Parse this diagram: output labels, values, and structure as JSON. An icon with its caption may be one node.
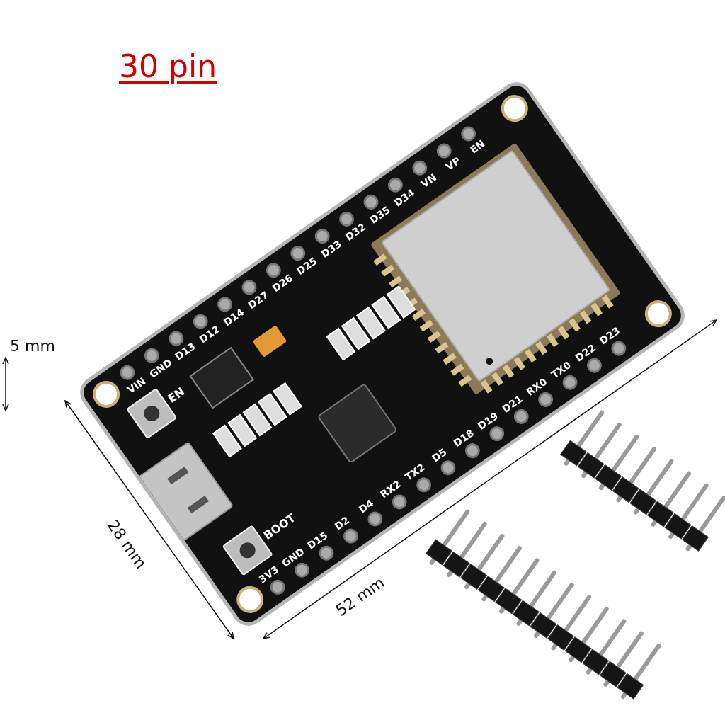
{
  "diagram": {
    "title": "30 pin",
    "labels": [
      "VIN",
      "GND",
      "D13",
      "D12",
      "D14",
      "D27",
      "D26",
      "D25",
      "D33",
      "D32",
      "D35",
      "D34",
      "VN",
      "VP",
      "EN",
      "3V3",
      "GND",
      "D15",
      "D2",
      "D4",
      "RX2",
      "TX2",
      "D5",
      "D18",
      "D19",
      "D21",
      "RX0",
      "TX0",
      "D22",
      "D23",
      "EN",
      "BOOT",
      "5 mm",
      "28 mm",
      "52 mm"
    ]
  }
}
